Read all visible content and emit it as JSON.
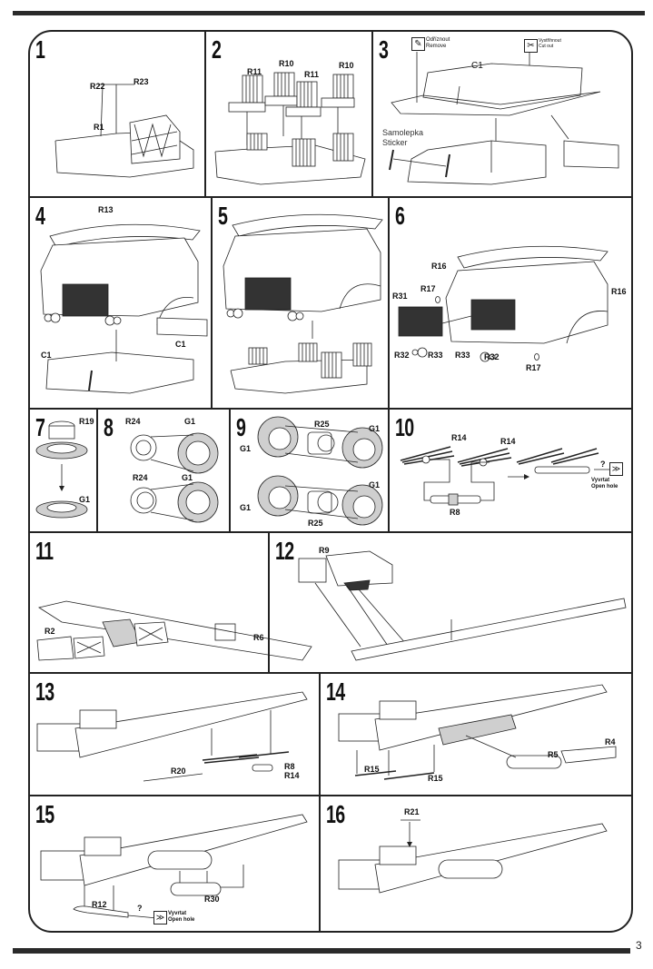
{
  "page": {
    "number": "3"
  },
  "legend": {
    "remove": {
      "icon": "knife-icon",
      "cz": "Odříznout",
      "en": "Remove"
    },
    "cut_out": {
      "icon": "scissors-icon",
      "cz": "Vystřihnout",
      "en": "Cut out"
    },
    "sticker": {
      "cz": "Samolepka",
      "en": "Sticker"
    },
    "open_hole": {
      "icon": "drill-icon",
      "cz": "Vyvrtat",
      "en": "Open hole",
      "query": "?"
    }
  },
  "steps": [
    {
      "number": "1",
      "parts": [
        "R22",
        "R23",
        "R1"
      ]
    },
    {
      "number": "2",
      "parts": [
        "R11",
        "R10",
        "R11",
        "R10"
      ]
    },
    {
      "number": "3",
      "parts": [
        "C1"
      ]
    },
    {
      "number": "4",
      "parts": [
        "R13",
        "C1",
        "C1"
      ]
    },
    {
      "number": "5",
      "parts": []
    },
    {
      "number": "6",
      "parts": [
        "R16",
        "R17",
        "R31",
        "R16",
        "R32",
        "R33",
        "R33",
        "R32",
        "R17"
      ]
    },
    {
      "number": "7",
      "parts": [
        "R19",
        "G1"
      ]
    },
    {
      "number": "8",
      "parts": [
        "R24",
        "G1",
        "R24",
        "G1"
      ]
    },
    {
      "number": "9",
      "parts": [
        "R25",
        "G1",
        "G1",
        "G1",
        "G1",
        "R25"
      ]
    },
    {
      "number": "10",
      "parts": [
        "R14",
        "R14",
        "R8"
      ]
    },
    {
      "number": "11",
      "parts": [
        "R2",
        "R6"
      ]
    },
    {
      "number": "12",
      "parts": [
        "R9"
      ]
    },
    {
      "number": "13",
      "parts": [
        "R20",
        "R8",
        "R14"
      ]
    },
    {
      "number": "14",
      "parts": [
        "R15",
        "R15",
        "R5",
        "R4"
      ]
    },
    {
      "number": "15",
      "parts": [
        "R12",
        "R30"
      ]
    },
    {
      "number": "16",
      "parts": [
        "R21"
      ]
    }
  ]
}
